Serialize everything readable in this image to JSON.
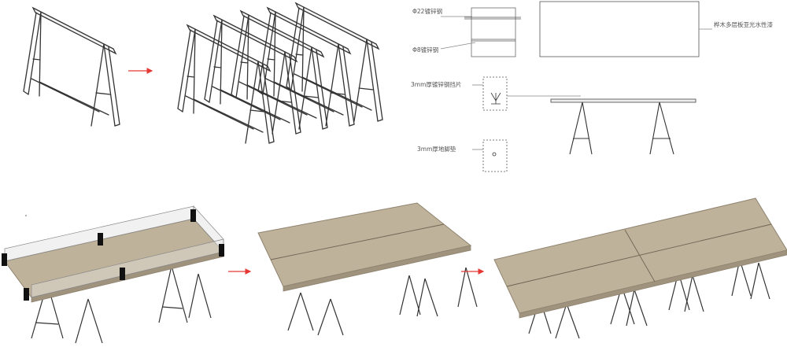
{
  "annotations": {
    "tube22": "Φ22镀锌钢",
    "tube8": "Φ8镀锌钢",
    "board": "桦木多层板亚光水性漆",
    "bracket": "3mm厚镀锌钢挡片",
    "footpad": "3mm厚地脚垫"
  },
  "colors": {
    "arrow": "#e53935",
    "steel_stroke": "#333333",
    "board_top": "#bfb29a",
    "board_edge": "#8f8370",
    "clamp": "#111111",
    "rail": "#dddddd"
  },
  "icons": {
    "arrow": "arrow-right-icon"
  }
}
